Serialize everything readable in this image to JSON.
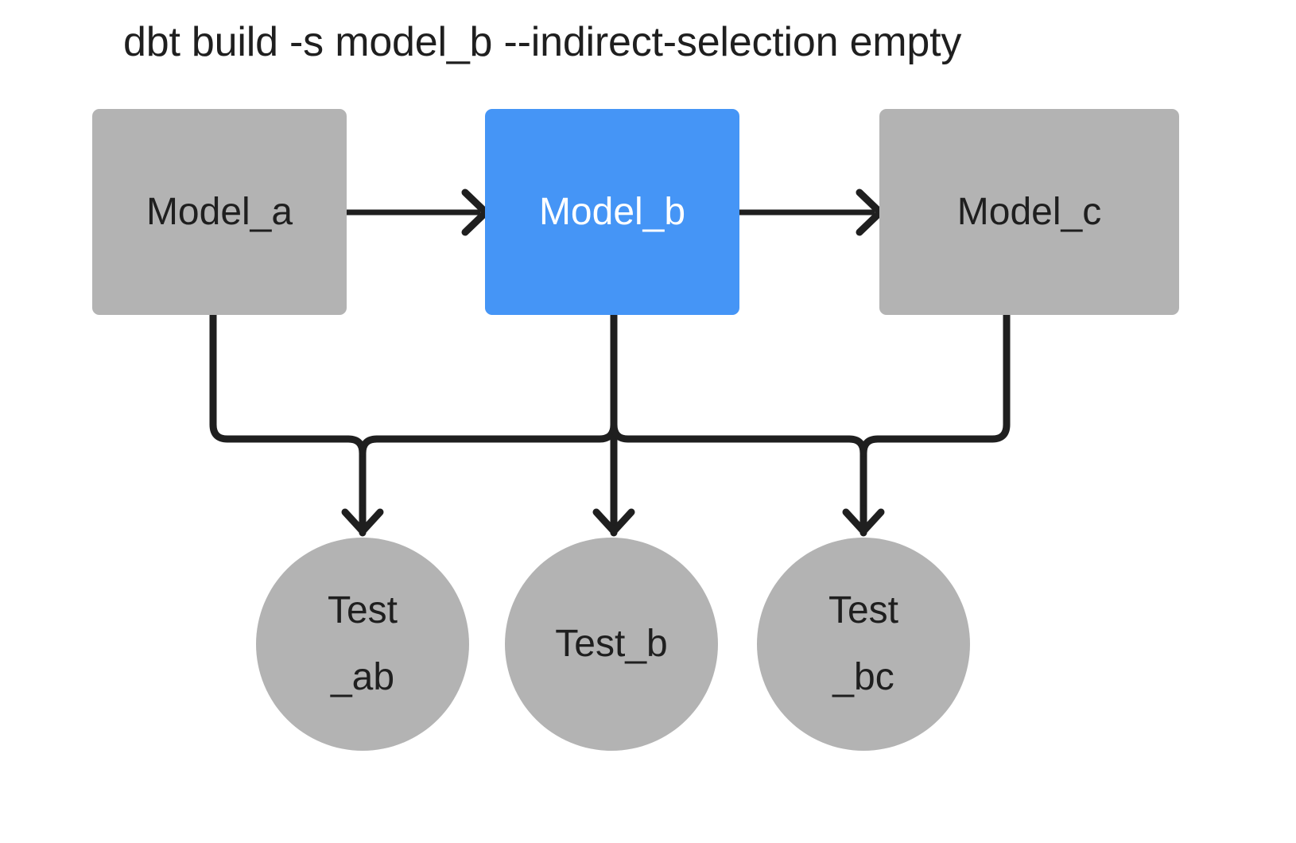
{
  "diagram": {
    "title": "dbt build -s model_b --indirect-selection empty",
    "background_color": "#ffffff",
    "edge_color": "#1f1f1f",
    "colors": {
      "node_grey": "#b3b3b3",
      "node_selected_blue": "#4595f6",
      "text_dark": "#1f1f1f",
      "text_light": "#ffffff"
    },
    "models": [
      {
        "id": "model_a",
        "label": "Model_a",
        "state": "unselected",
        "shape": "rectangle",
        "fill": "#b3b3b3"
      },
      {
        "id": "model_b",
        "label": "Model_b",
        "state": "selected",
        "shape": "rectangle",
        "fill": "#4595f6"
      },
      {
        "id": "model_c",
        "label": "Model_c",
        "state": "unselected",
        "shape": "rectangle",
        "fill": "#b3b3b3"
      }
    ],
    "tests": [
      {
        "id": "test_ab",
        "label": "Test_ab",
        "line1": "Test",
        "line2": "_ab",
        "state": "unselected",
        "shape": "circle",
        "fill": "#b3b3b3"
      },
      {
        "id": "test_b",
        "label": "Test_b",
        "line1": "Test_b",
        "line2": "",
        "state": "unselected",
        "shape": "circle",
        "fill": "#b3b3b3"
      },
      {
        "id": "test_bc",
        "label": "Test_bc",
        "line1": "Test",
        "line2": "_bc",
        "state": "unselected",
        "shape": "circle",
        "fill": "#b3b3b3"
      }
    ],
    "edges": [
      {
        "from": "model_a",
        "to": "model_b",
        "style": "straight-arrow"
      },
      {
        "from": "model_b",
        "to": "model_c",
        "style": "straight-arrow"
      },
      {
        "from": "model_a",
        "to": "test_ab",
        "style": "orthogonal-arrow"
      },
      {
        "from": "model_b",
        "to": "test_ab",
        "style": "orthogonal-arrow"
      },
      {
        "from": "model_b",
        "to": "test_b",
        "style": "orthogonal-arrow"
      },
      {
        "from": "model_b",
        "to": "test_bc",
        "style": "orthogonal-arrow"
      },
      {
        "from": "model_c",
        "to": "test_bc",
        "style": "orthogonal-arrow"
      }
    ]
  }
}
